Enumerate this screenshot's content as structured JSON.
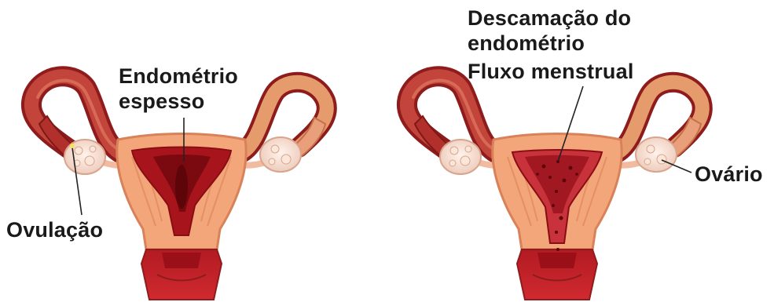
{
  "labels": {
    "endometrio_line1": "Endométrio",
    "endometrio_line2": "espesso",
    "ovulacao": "Ovulação",
    "descamacao_line1": "Descamação do",
    "descamacao_line2": "endométrio",
    "fluxo": "Fluxo menstrual",
    "ovario": "Ovário"
  },
  "colors": {
    "tissue": "#f2a67a",
    "tissue_edge": "#d9825a",
    "tube": "#c2443a",
    "tube_dark": "#8e1c1c",
    "endometrium": "#a8141c",
    "cavity": "#7a0a10",
    "ovary": "#f7ded2"
  }
}
